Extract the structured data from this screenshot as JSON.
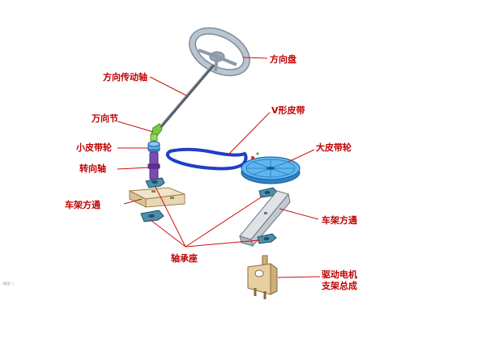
{
  "labels": {
    "steering_wheel": "方向盘",
    "steering_shaft": "方向传动轴",
    "universal_joint": "万向节",
    "small_pulley": "小皮带轮",
    "steering_axle": "转向轴",
    "frame_tube_left": "车架方通",
    "v_belt": "V形皮带",
    "large_pulley": "大皮带轮",
    "frame_tube_right": "车架方通",
    "bearing_seat": "轴承座",
    "motor_bracket_line1": "驱动电机",
    "motor_bracket_line2": "支架总成",
    "corner_note": "(模型: )"
  },
  "colors": {
    "label_red": "#c00000",
    "leader_red": "#cc1111",
    "wheel_gray": "#a9b6c2",
    "belt_blue": "#1f3fc8",
    "pulley_cyan": "#3aa0e0",
    "joint_green": "#7ac943",
    "axle_purple": "#7b4bb0",
    "tube_wood": "#e8d6b4",
    "bearing_teal": "#2e6f8a"
  }
}
